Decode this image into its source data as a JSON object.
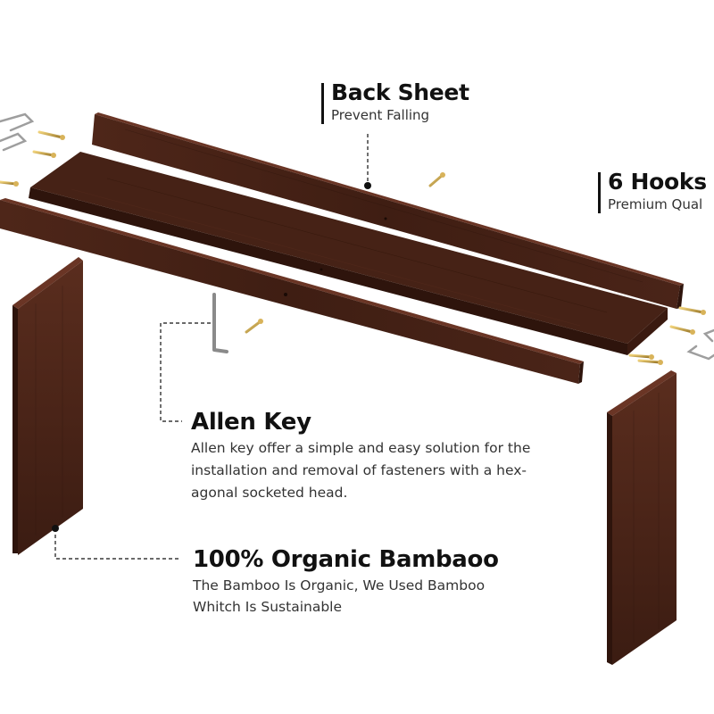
{
  "callouts": {
    "back_sheet": {
      "title": "Back Sheet",
      "subtitle": "Prevent Falling"
    },
    "hooks": {
      "title": "6 Hooks",
      "subtitle": "Premium Qual"
    },
    "allen_key": {
      "title": "Allen Key",
      "lines": [
        "Allen key offer a simple and easy solution for the",
        "installation and removal of fasteners with a hex-",
        "agonal socketed head."
      ]
    },
    "bamboo": {
      "title": "100% Organic Bambaoo",
      "lines": [
        "The Bamboo Is Organic, We Used Bamboo",
        "Whitch Is Sustainable"
      ]
    }
  },
  "icons": {
    "panels": "wood-panel-icon",
    "screws": "screw-icon",
    "hooks": "hook-icon",
    "allen_key": "allen-key-icon"
  },
  "colors": {
    "wood": "#4a2419",
    "wood_dark": "#2e140c",
    "wood_light": "#5c2e20",
    "text": "#111111",
    "screw": "#c9a24a",
    "metal": "#bfbfbf"
  }
}
